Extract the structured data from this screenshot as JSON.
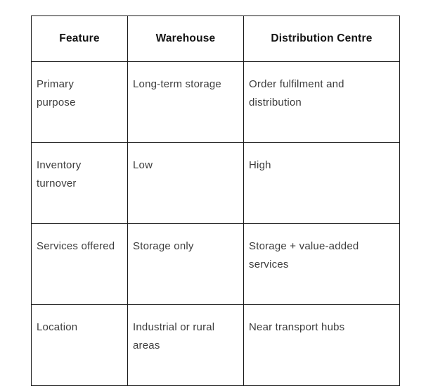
{
  "table": {
    "columns": [
      {
        "label": "Feature"
      },
      {
        "label": "Warehouse"
      },
      {
        "label": "Distribution Centre"
      }
    ],
    "rows": [
      {
        "feature": "Primary\npurpose",
        "warehouse": "Long-term storage",
        "distribution_centre": "Order fulfilment and\ndistribution"
      },
      {
        "feature": "Inventory\nturnover",
        "warehouse": "Low",
        "distribution_centre": "High"
      },
      {
        "feature": "Services offered",
        "warehouse": "Storage only",
        "distribution_centre": "Storage + value-added\nservices"
      },
      {
        "feature": "Location",
        "warehouse": "Industrial or rural\nareas",
        "distribution_centre": "Near transport hubs"
      }
    ],
    "style": {
      "border_color": "#1a1a1a",
      "header_text_color": "#121212",
      "body_text_color": "#3d3d3d",
      "background_color": "#ffffff"
    }
  }
}
